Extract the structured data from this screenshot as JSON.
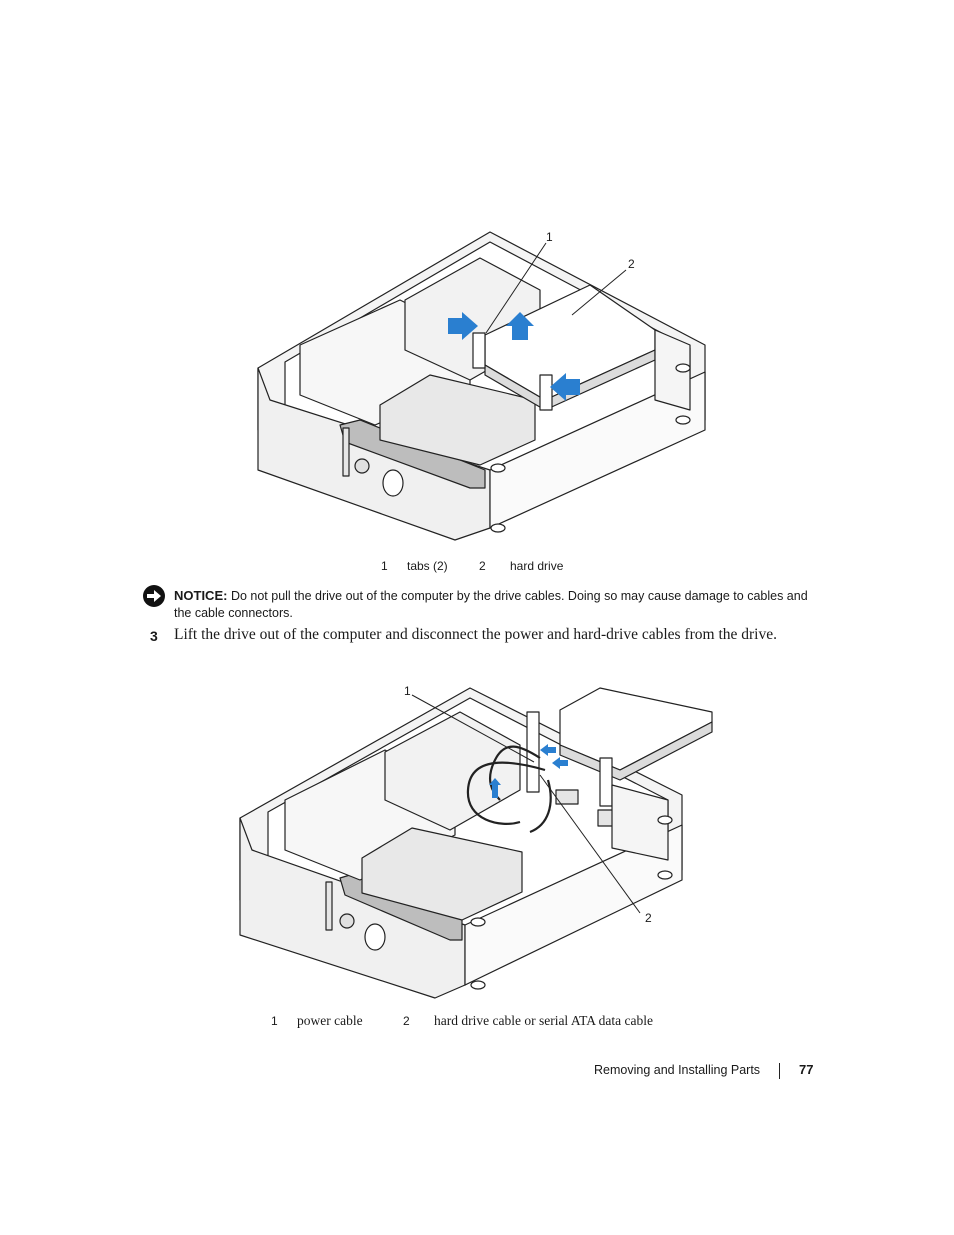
{
  "figure1": {
    "callouts": [
      "1",
      "2"
    ],
    "legend": [
      {
        "num": "1",
        "text": "tabs (2)"
      },
      {
        "num": "2",
        "text": "hard drive"
      }
    ]
  },
  "notice": {
    "label": "NOTICE:",
    "line1": "Do not pull the drive out of the computer by the drive cables. Doing so may cause damage to cables and",
    "line2": "the cable connectors."
  },
  "step": {
    "number": "3",
    "text": "Lift the drive out of the computer and disconnect the power and hard-drive cables from the drive."
  },
  "figure2": {
    "callouts": [
      "1",
      "2"
    ],
    "legend": [
      {
        "num": "1",
        "text": "power cable"
      },
      {
        "num": "2",
        "text": "hard drive cable or serial ATA data cable"
      }
    ]
  },
  "footer": {
    "section": "Removing and Installing Parts",
    "page": "77"
  },
  "colors": {
    "arrow": "#2a7fd0",
    "line": "#222222"
  },
  "icons": {
    "notice": "notice-arrow-icon",
    "logo": "dell-logo"
  }
}
